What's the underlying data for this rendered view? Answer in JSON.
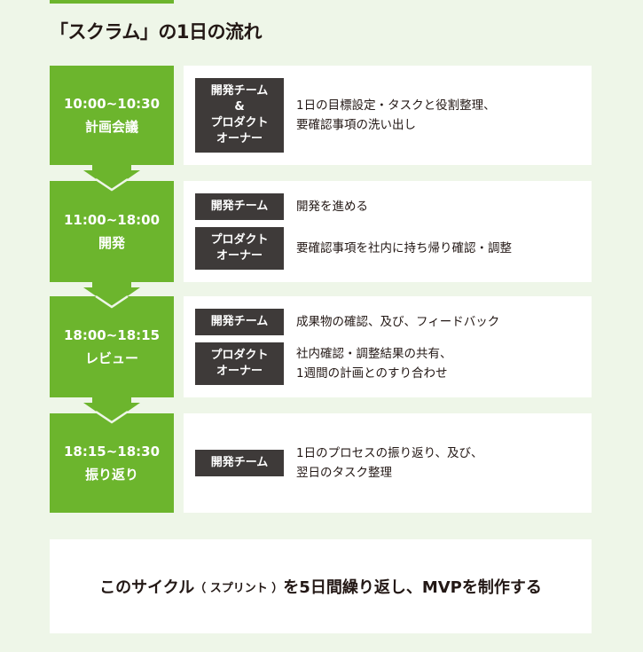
{
  "title": "「スクラム」の1日の流れ",
  "steps": [
    {
      "time": "10:00~10:30",
      "name": "計画会議",
      "entries": [
        {
          "role": "開発チーム\n&\nプロダクト\nオーナー",
          "desc": "1日の目標設定・タスクと役割整理、\n要確認事項の洗い出し"
        }
      ]
    },
    {
      "time": "11:00~18:00",
      "name": "開発",
      "entries": [
        {
          "role": "開発チーム",
          "desc": "開発を進める"
        },
        {
          "role": "プロダクト\nオーナー",
          "desc": "要確認事項を社内に持ち帰り確認・調整"
        }
      ]
    },
    {
      "time": "18:00~18:15",
      "name": "レビュー",
      "entries": [
        {
          "role": "開発チーム",
          "desc": "成果物の確認、及び、フィードバック"
        },
        {
          "role": "プロダクト\nオーナー",
          "desc": "社内確認・調整結果の共有、\n1週間の計画とのすり合わせ"
        }
      ]
    },
    {
      "time": "18:15~18:30",
      "name": "振り返り",
      "entries": [
        {
          "role": "開発チーム",
          "desc": "1日のプロセスの振り返り、及び、\n翌日のタスク整理"
        }
      ]
    }
  ],
  "summary": {
    "before": "このサイクル",
    "paren": "（ スプリント ）",
    "after": "を5日間繰り返し、MVPを制作する"
  }
}
